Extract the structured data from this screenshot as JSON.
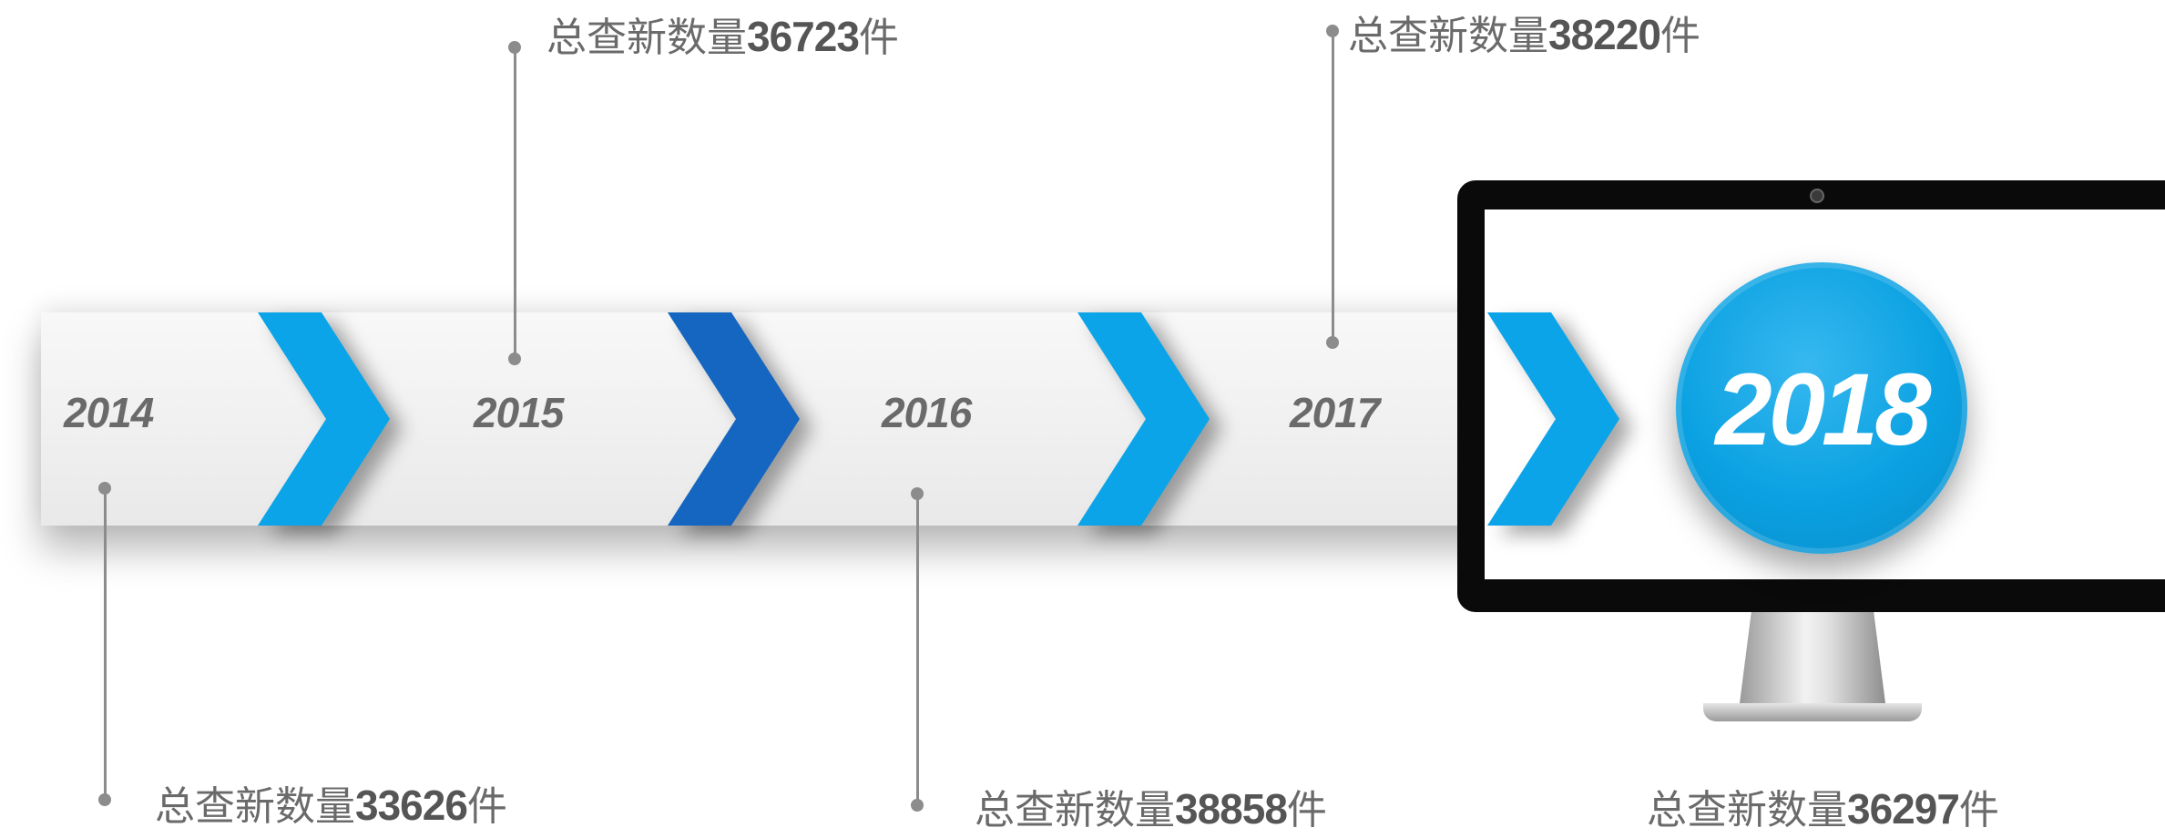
{
  "timeline": {
    "years": [
      "2014",
      "2015",
      "2016",
      "2017",
      "2018"
    ],
    "stats": [
      {
        "year": "2014",
        "prefix": "总查新数量",
        "count": "33626",
        "suffix": "件"
      },
      {
        "year": "2015",
        "prefix": "总查新数量",
        "count": "36723",
        "suffix": "件"
      },
      {
        "year": "2016",
        "prefix": "总查新数量",
        "count": "38858",
        "suffix": "件"
      },
      {
        "year": "2017",
        "prefix": "总查新数量",
        "count": "38220",
        "suffix": "件"
      },
      {
        "year": "2018",
        "prefix": "总查新数量",
        "count": "36297",
        "suffix": "件"
      }
    ]
  },
  "colors": {
    "chevron_light": "#0ba4e8",
    "chevron_dark": "#1566c0",
    "circle": "#0aa1e2",
    "text": "#6a6a6a",
    "pin": "#8c8c8c"
  }
}
